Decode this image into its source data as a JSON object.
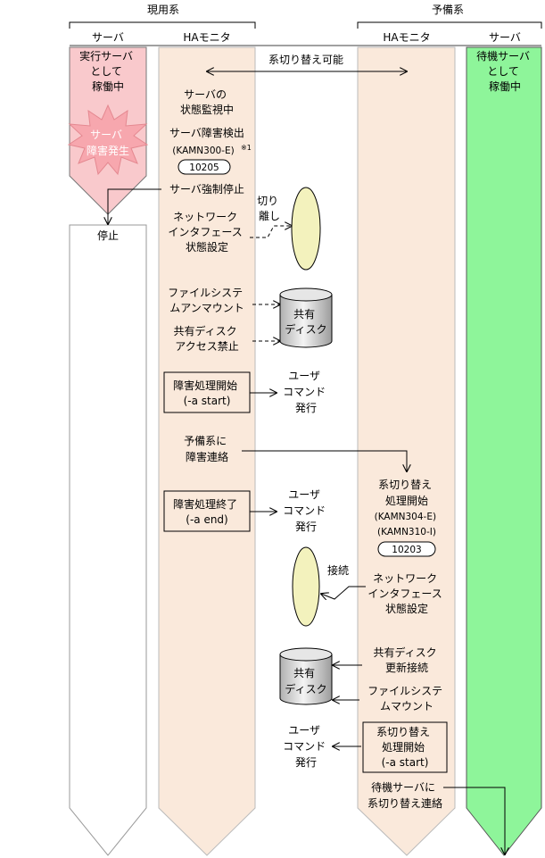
{
  "groups": {
    "active": "現用系",
    "standby": "予備系"
  },
  "columns": {
    "server": "サーバ",
    "ha_monitor": "HAモニタ"
  },
  "active_server": {
    "status": [
      "実行サーバ",
      "として",
      "稼働中"
    ],
    "failure_burst": [
      "サーバ",
      "障害発生"
    ],
    "stopped": "停止"
  },
  "standby_server": {
    "status": [
      "待機サーバ",
      "として",
      "稼働中"
    ]
  },
  "switch_possible": "系切り替え可能",
  "active_ha": {
    "monitoring": [
      "サーバの",
      "状態監視中"
    ],
    "failure_detect": [
      "サーバ障害検出",
      "(KAMN300-E)",
      "※1"
    ],
    "code_box": "10205",
    "forced_stop": "サーバ強制停止",
    "net_disconnect": [
      "ネットワーク",
      "インタフェース",
      "状態設定"
    ],
    "disconnect_label": [
      "切り",
      "離し"
    ],
    "fs_unmount": [
      "ファイルシステ",
      "ムアンマウント"
    ],
    "disk_prohibit": [
      "共有ディスク",
      "アクセス禁止"
    ],
    "start_box": [
      "障害処理開始",
      "(-a start)"
    ],
    "notify_standby": [
      "予備系に",
      "障害連絡"
    ],
    "end_box": [
      "障害処理終了",
      "(-a end)"
    ]
  },
  "user_command": [
    "ユーザ",
    "コマンド",
    "発行"
  ],
  "shared_disk": [
    "共有",
    "ディスク"
  ],
  "standby_ha": {
    "switch_start": [
      "系切り替え",
      "処理開始",
      "(KAMN304-E)",
      "(KAMN310-I)"
    ],
    "code_box": "10203",
    "connect_label": "接続",
    "net_setting": [
      "ネットワーク",
      "インタフェース",
      "状態設定"
    ],
    "disk_update": [
      "共有ディスク",
      "更新接続"
    ],
    "fs_mount": [
      "ファイルシステ",
      "ムマウント"
    ],
    "switch_start_box": [
      "系切り替え",
      "処理開始",
      "(-a start)"
    ],
    "notify_standby_server": [
      "待機サーバに",
      "系切り替え連絡"
    ]
  },
  "colors": {
    "active_server_bg": "#f9c9cc",
    "ha_bg": "#fae9db",
    "standby_server_bg": "#8ef59a",
    "burst": "#f7a7ae",
    "ellipse": "#f3f2bd",
    "disk_dark": "#b4b4b4",
    "disk_light": "#f0f0f0"
  }
}
